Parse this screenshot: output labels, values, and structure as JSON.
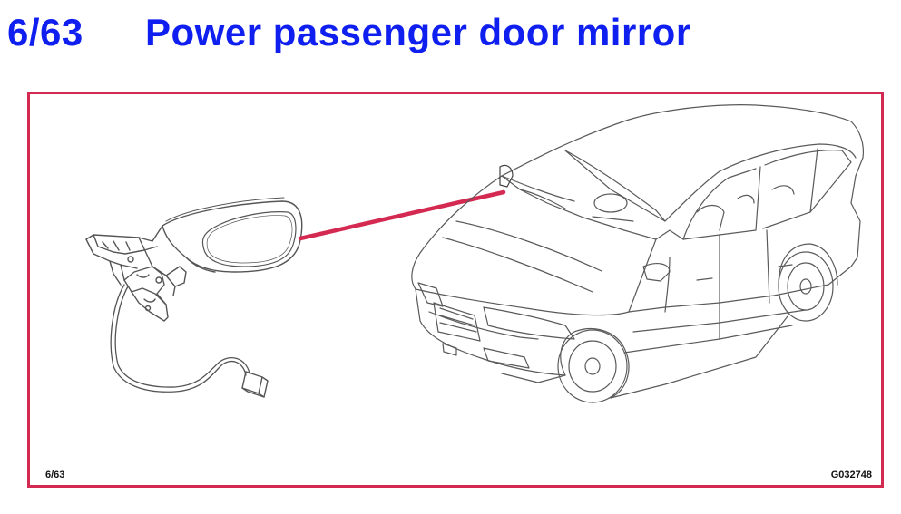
{
  "header": {
    "section_number": "6/63",
    "title": "Power passenger door mirror"
  },
  "illustration": {
    "page_ref": "6/63",
    "figure_code": "G032748",
    "colors": {
      "heading": "#0f1ff0",
      "frame": "#d42a52",
      "pointer": "#d42a52",
      "linework": "#555555"
    },
    "icons": [
      "door-mirror-assembly",
      "sedan-car"
    ]
  }
}
